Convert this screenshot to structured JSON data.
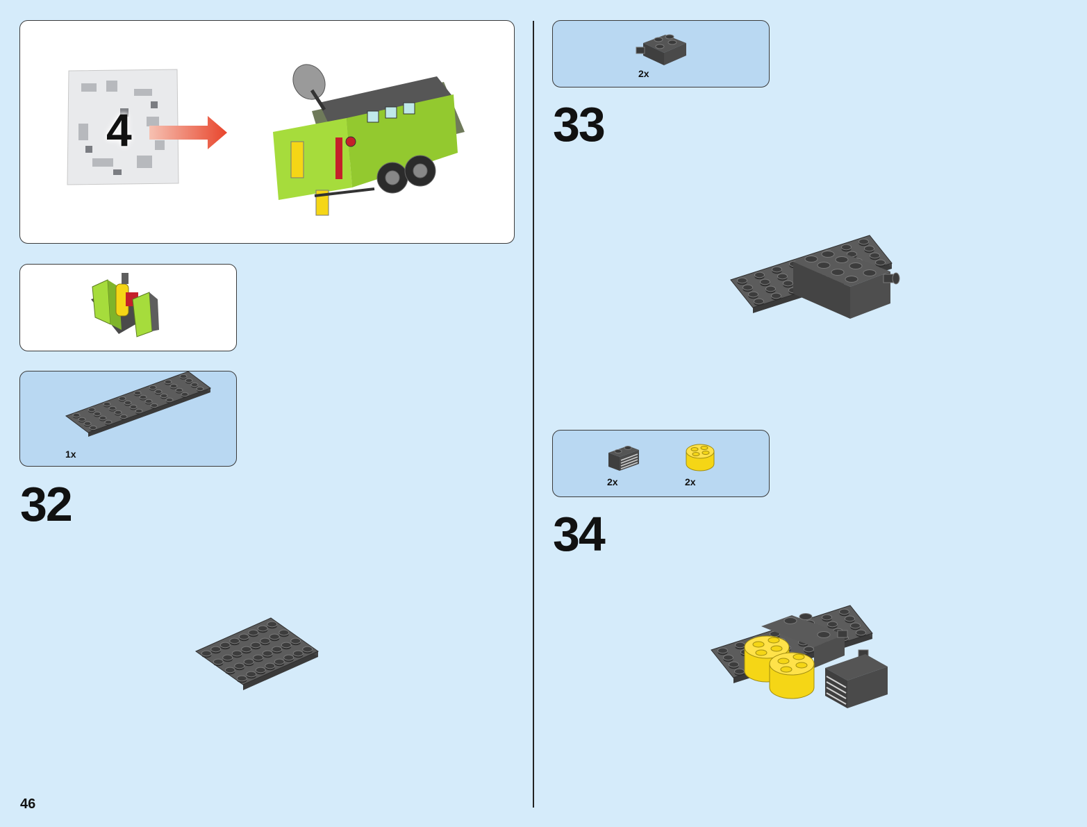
{
  "page": {
    "number": "46"
  },
  "bag_callout": {
    "bag_number": "4"
  },
  "steps": [
    {
      "number": "32",
      "parts": [
        {
          "qty": "1x",
          "part": "plate-4x8-dark-grey"
        }
      ]
    },
    {
      "number": "33",
      "parts": [
        {
          "qty": "2x",
          "part": "brick-2x2-side-stud-dark-grey"
        }
      ]
    },
    {
      "number": "34",
      "parts": [
        {
          "qty": "2x",
          "part": "brick-1x2-grille-dark-grey"
        },
        {
          "qty": "2x",
          "part": "brick-2x2-round-yellow"
        }
      ]
    }
  ],
  "colors": {
    "background": "#d5ebfa",
    "parts_panel": "#b9d8f2",
    "lime_green": "#9fd23a",
    "dark_grey": "#4a4a4a",
    "yellow": "#f5d616",
    "arrow_red": "#e8452c"
  }
}
